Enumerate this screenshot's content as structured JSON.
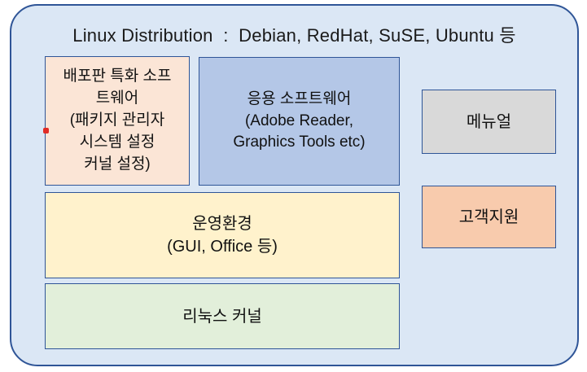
{
  "title": "Linux Distribution  :  Debian, RedHat, SuSE, Ubuntu 등",
  "boxes": {
    "distro_specific_software": {
      "text": "배포판 특화 소프\n트웨어\n(패키지 관리자\n시스템 설정\n커널 설정)",
      "fill": "#fbe5d6"
    },
    "application_software": {
      "text": "응용 소프트웨어\n(Adobe Reader,\nGraphics Tools etc)",
      "fill": "#b4c7e7"
    },
    "manual": {
      "text": "메뉴얼",
      "fill": "#d9d9d9"
    },
    "customer_support": {
      "text": "고객지원",
      "fill": "#f8cbad"
    },
    "operating_environment": {
      "text": "운영환경\n(GUI, Office 등)",
      "fill": "#fff2cc"
    },
    "linux_kernel": {
      "text": "리눅스 커널",
      "fill": "#e2efda"
    }
  },
  "palette": {
    "container_fill": "#dbe7f5",
    "border": "#2f5597",
    "marker_red": "#e12b25"
  }
}
